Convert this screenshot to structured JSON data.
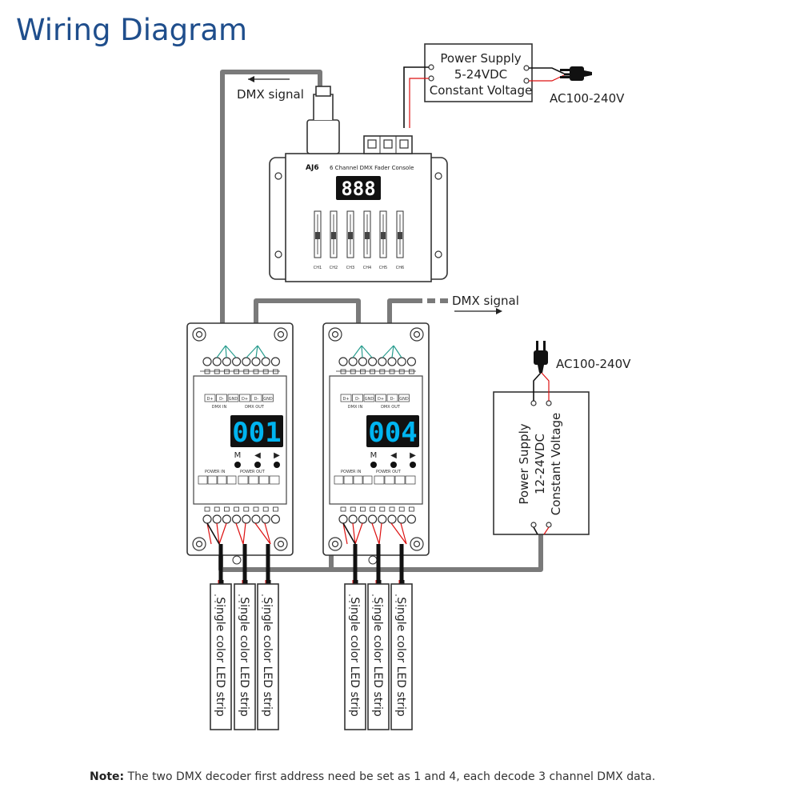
{
  "title": "Wiring Diagram",
  "console": {
    "model": "AJ6",
    "subtitle": "6 Channel DMX Fader Console",
    "display": "888",
    "channels": [
      "CH1",
      "CH2",
      "CH3",
      "CH4",
      "CH5",
      "CH6"
    ]
  },
  "power_supply_top": {
    "line1": "Power Supply",
    "line2": "5-24VDC",
    "line3": "Constant Voltage",
    "input": "AC100-240V"
  },
  "power_supply_right": {
    "line1": "Power Supply",
    "line2": "12-24VDC",
    "line3": "Constant Voltage",
    "input": "AC100-240V"
  },
  "dmx_signal_label": "DMX signal",
  "decoders": [
    {
      "address": "001",
      "dmx_terminals": [
        "D+",
        "D-",
        "GND",
        "D+",
        "D-",
        "GND"
      ],
      "dmx_in": "DMX IN",
      "dmx_out": "DMX OUT",
      "buttons": [
        "M",
        "◀",
        "▶"
      ],
      "power_in": "POWER IN",
      "power_out": "POWER OUT"
    },
    {
      "address": "004",
      "dmx_terminals": [
        "D+",
        "D-",
        "GND",
        "D+",
        "D-",
        "GND"
      ],
      "dmx_in": "DMX IN",
      "dmx_out": "DMX OUT",
      "buttons": [
        "M",
        "◀",
        "▶"
      ],
      "power_in": "POWER IN",
      "power_out": "POWER OUT"
    }
  ],
  "led_strip_label": "Single color LED strip",
  "note": {
    "prefix": "Note:",
    "text": " The two DMX decoder first address need be set as 1 and 4, each decode 3 channel DMX data."
  },
  "colors": {
    "title": "#1f4e8c",
    "display": "#00b4f0",
    "cable": "#7a7a7a",
    "wire_red": "#dd1111",
    "wire_green": "#2a9d8f"
  }
}
